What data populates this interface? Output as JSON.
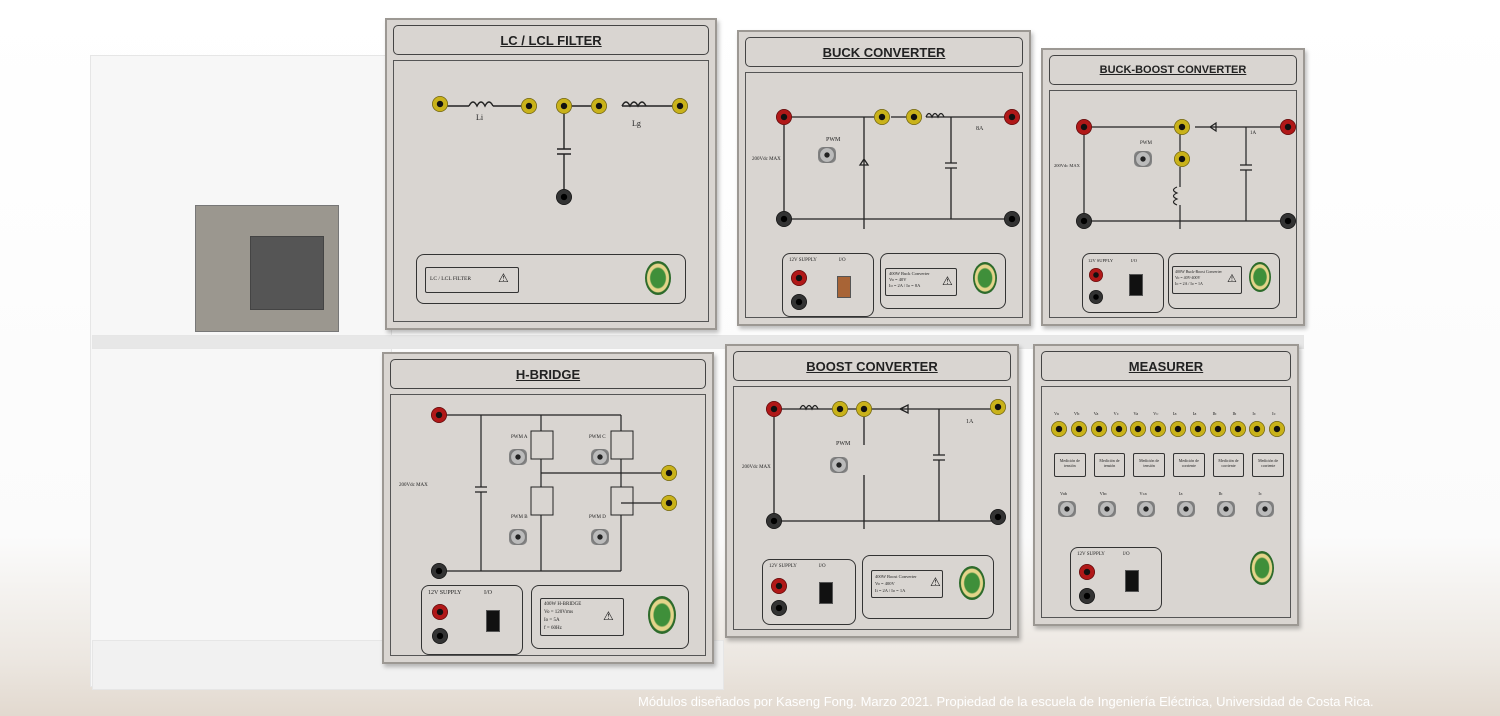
{
  "colors": {
    "panel": "#d9d5d1",
    "jack_yellow": "#c9b21a",
    "jack_red": "#b01818",
    "jack_black": "#333333",
    "footer_text": "#ffffff"
  },
  "panels": {
    "lc": {
      "title": "LC / LCL FILTER",
      "labels": {
        "li": "Li",
        "lg": "Lg"
      },
      "spec": "LC / LCL FILTER",
      "warning": "⚠"
    },
    "buck": {
      "title": "BUCK CONVERTER",
      "labels": {
        "pwm": "PWM",
        "vmax": "200Vdc MAX",
        "current": "8A",
        "supply": "12V SUPPLY",
        "io": "I/O"
      },
      "spec": "400W Buck Converter\nVo = 40V\nIo = 2A / Io = 8A",
      "warning": "⚠"
    },
    "buckboost": {
      "title": "BUCK-BOOST CONVERTER",
      "labels": {
        "pwm": "PWM",
        "vmax": "200Vdc MAX",
        "current": "1A",
        "supply": "12V SUPPLY",
        "io": "I/O"
      },
      "spec": "400W Buck-Boost Converter\nVo = 40V-400V\nIo = 2A / Io = 1A",
      "warning": "⚠"
    },
    "hbridge": {
      "title": "H-BRIDGE",
      "labels": {
        "pwm_a": "PWM A",
        "pwm_b": "PWM B",
        "pwm_c": "PWM C",
        "pwm_d": "PWM D",
        "vmax": "200Vdc MAX",
        "supply": "12V SUPPLY",
        "io": "I/O"
      },
      "spec": "400W H-BRIDGE\nVo = 120Vrms\nIo = 5A\nf = 60Hz",
      "warning": "⚠"
    },
    "boost": {
      "title": "BOOST CONVERTER",
      "labels": {
        "pwm": "PWM",
        "vmax": "200Vdc MAX",
        "current": "1A",
        "supply": "12V SUPPLY",
        "io": "I/O"
      },
      "spec": "400W Boost Converter\nVo = 400V\nIi = 2A / Io = 1A",
      "warning": "⚠"
    },
    "measurer": {
      "title": "MEASURER",
      "labels": {
        "supply": "12V SUPPLY",
        "io": "I/O"
      },
      "jack_labels": [
        "Va",
        "Vb",
        "Va",
        "Vc",
        "Va",
        "Vc",
        "Ia",
        "Ia",
        "Ib",
        "Ib",
        "Ic",
        "Ic"
      ],
      "module_labels": [
        "Medición de tensión",
        "Medición de tensión",
        "Medición de tensión",
        "Medición de corriente",
        "Medición de corriente",
        "Medición de corriente"
      ],
      "bnc_labels": [
        "Vab",
        "Vbc",
        "Vca",
        "Ia",
        "Ib",
        "Ic"
      ]
    }
  },
  "footer": "Módulos diseñados por Kaseng Fong. Marzo 2021. Propiedad de la escuela  de Ingeniería Eléctrica, Universidad de Costa Rica."
}
